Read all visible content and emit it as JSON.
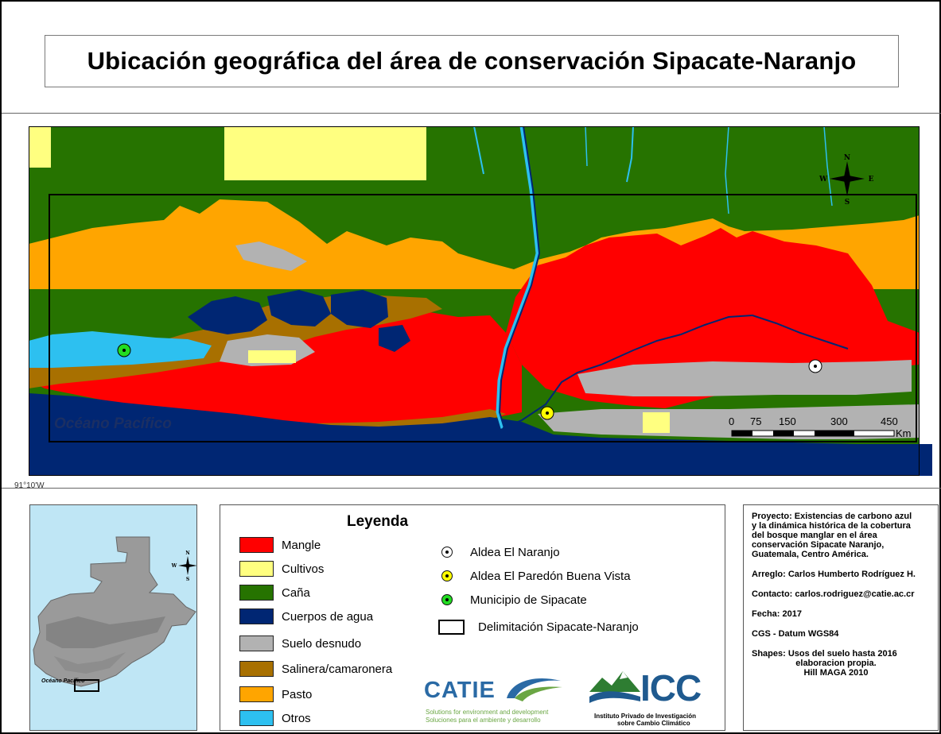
{
  "title": "Ubicación geográfica del área de conservación Sipacate-Naranjo",
  "map": {
    "ocean_label": "Océano Pacífico",
    "coordinate_label": "91°10'W",
    "scale": {
      "ticks": [
        "0",
        "75",
        "150",
        "300",
        "450"
      ],
      "unit": "Km"
    },
    "north_arrow": {
      "n": "N",
      "s": "S",
      "e": "E",
      "w": "W"
    }
  },
  "inset": {
    "ocean_label": "Océano Pacífico",
    "north_arrow": {
      "n": "N",
      "s": "S",
      "e": "E",
      "w": "W"
    }
  },
  "legend": {
    "title": "Leyenda",
    "classes": [
      {
        "label": "Mangle",
        "color": "#ff0000"
      },
      {
        "label": "Cultivos",
        "color": "#ffff80"
      },
      {
        "label": "Caña",
        "color": "#267300"
      },
      {
        "label": "Cuerpos de agua",
        "color": "#002673"
      },
      {
        "label": "Suelo desnudo",
        "color": "#b2b2b2"
      },
      {
        "label": "Salinera/camaronera",
        "color": "#a87000"
      },
      {
        "label": "Pasto",
        "color": "#ffa500"
      },
      {
        "label": "Otros",
        "color": "#2dc0f0"
      }
    ],
    "points": [
      {
        "label": "Aldea El Naranjo",
        "color": "#ffffff"
      },
      {
        "label": "Aldea El Paredón Buena Vista",
        "color": "#ffff00"
      },
      {
        "label": "Municipio de Sipacate",
        "color": "#22dd22"
      }
    ],
    "boundary_label": "Delimitación Sipacate-Naranjo"
  },
  "logos": {
    "catie": {
      "name": "CATIE",
      "line1": "Solutions for environment and development",
      "line2": "Soluciones para el ambiente y desarrollo"
    },
    "icc": {
      "name": "ICC",
      "line1": "Instituto Privado de Investigación",
      "line2": "sobre Cambio Climático"
    }
  },
  "info": {
    "project": [
      "Proyecto: Existencias de carbono azul",
      "y la dinámica histórica de la cobertura",
      "del bosque manglar en el área",
      "conservación Sipacate Naranjo,",
      " Guatemala, Centro América."
    ],
    "arreglo": "Arreglo: Carlos Humberto Rodríguez H.",
    "contacto": "Contacto: carlos.rodriguez@catie.ac.cr",
    "fecha": "Fecha: 2017",
    "cgs": "CGS - Datum WGS84",
    "shapes": [
      "Shapes: Usos del suelo hasta 2016",
      "elaboracion propia.",
      "Hill MAGA 2010"
    ]
  }
}
